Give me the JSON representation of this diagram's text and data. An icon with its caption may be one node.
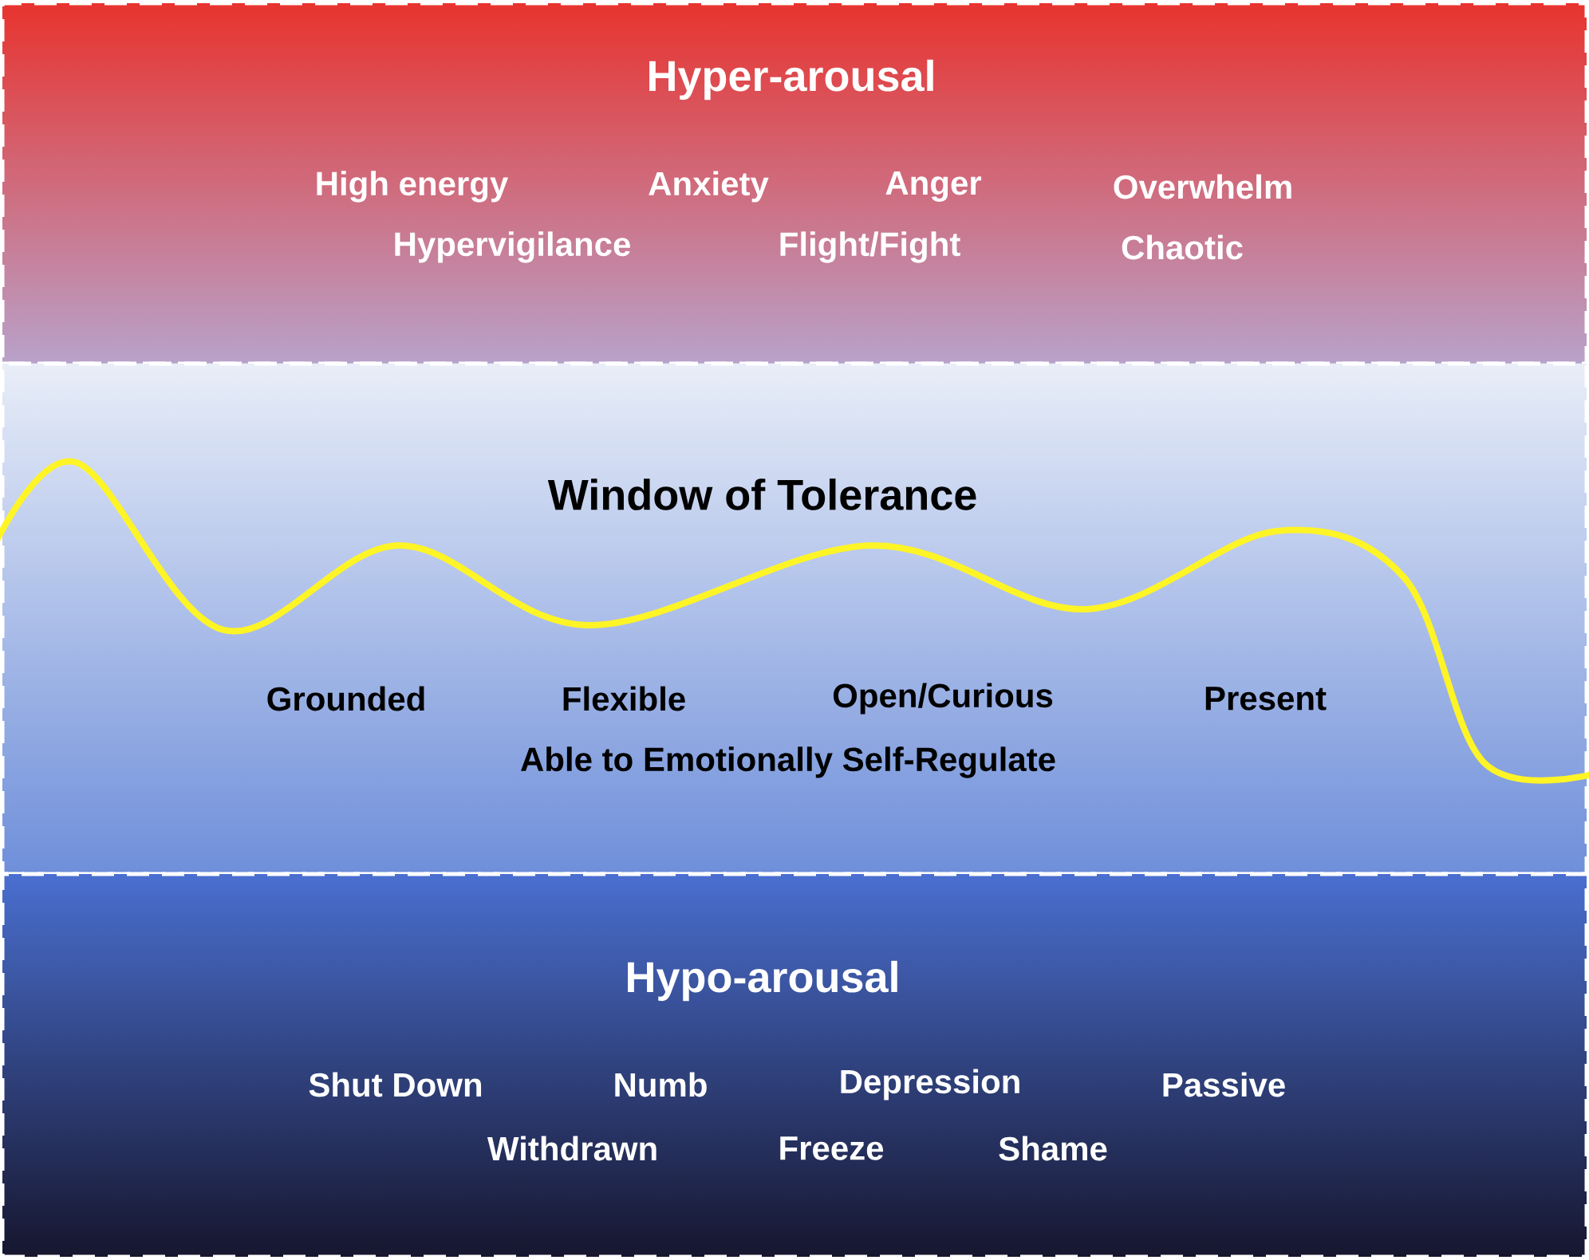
{
  "diagram": {
    "nodes": [
      {
        "text": [
          "Hyper-arousal",
          "High energy",
          "Anxiety",
          "Anger",
          "Overwhelm",
          "Hypervigilance",
          "Flight/Fight",
          "Chaotic"
        ]
      },
      {
        "text": [
          "Window of Tolerance",
          "Grounded",
          "Flexible",
          "Open/Curious",
          "Present",
          "Able to Emotionally Self-Regulate"
        ]
      },
      {
        "text": [
          "Hypo-arousal",
          "Shut Down",
          "Numb",
          "Depression",
          "Passive",
          "Withdrawn",
          "Freeze",
          "Shame"
        ]
      }
    ]
  }
}
